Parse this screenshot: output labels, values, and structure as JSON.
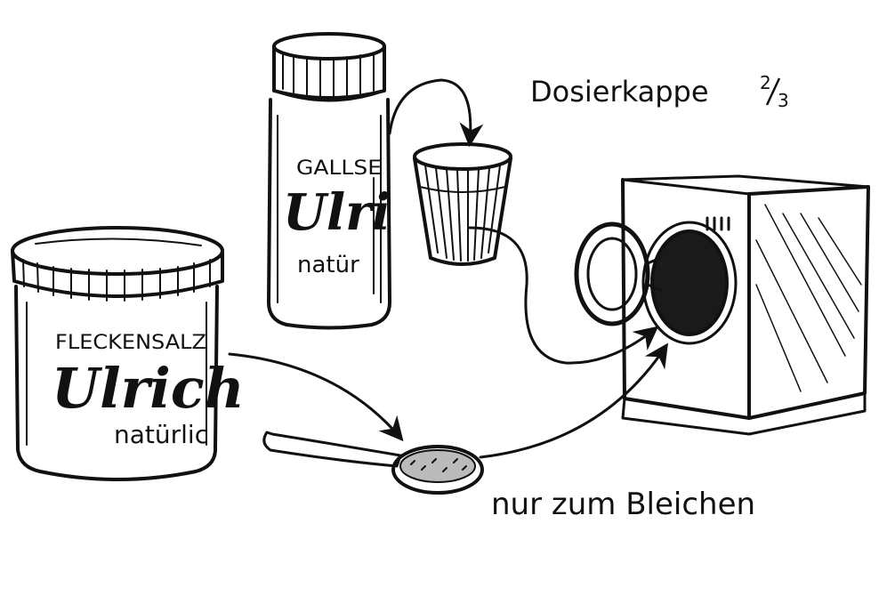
{
  "captions": {
    "dosing_cap": "Dosierkappe",
    "dosing_fraction_num": "2",
    "dosing_fraction_den": "3",
    "bleach_only": "nur zum Bleichen"
  },
  "products": {
    "jar": {
      "name": "FLECKENSALZ",
      "brand": "Ulrich",
      "subtitle": "natürlic"
    },
    "bottle": {
      "name": "GALLSE",
      "brand": "Ulri",
      "subtitle": "natür"
    }
  }
}
